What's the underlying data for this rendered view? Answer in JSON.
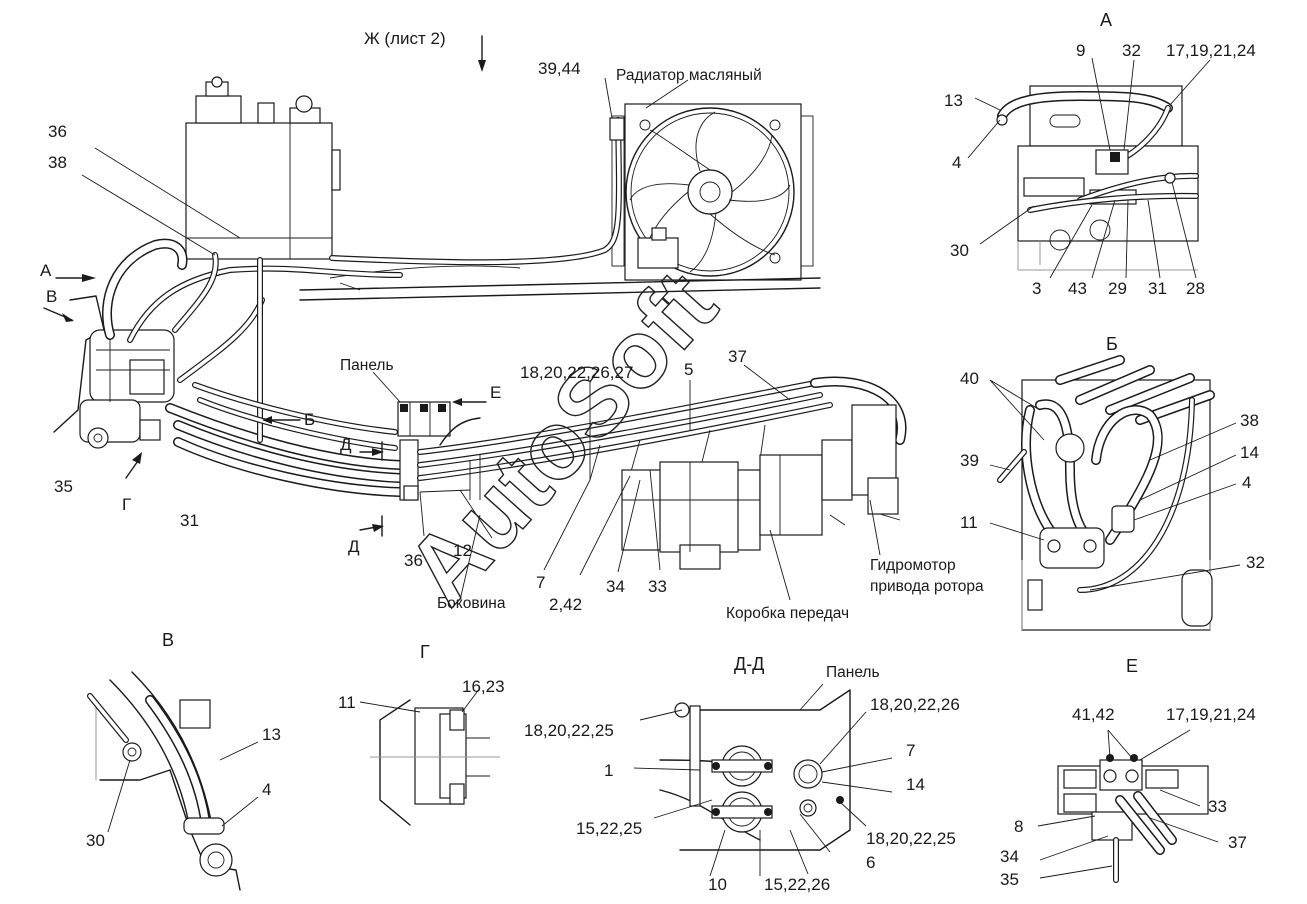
{
  "watermark": "AutoSoft",
  "colors": {
    "line": "#1a1a1a",
    "background": "#ffffff"
  },
  "labels": {
    "zh_sheet": "Ж (лист 2)",
    "radiator_pos": "39,44",
    "radiator": "Радиатор масляный",
    "l36a": "36",
    "l38a": "38",
    "arrowA": "А",
    "arrowV": "В",
    "l35": "35",
    "arrowG": "Г",
    "l31": "31",
    "arrowB": "Б",
    "arrowD1": "Д",
    "arrowD2": "Д",
    "panel": "Панель",
    "arrowE": "Е",
    "l18_27": "18,20,22,26,27",
    "l5": "5",
    "l37": "37",
    "l36b": "36",
    "l12": "12",
    "bokovina": "Боковина",
    "l7": "7",
    "l2_42": "2,42",
    "l34": "34",
    "l33": "33",
    "gearbox": "Коробка передач",
    "hydromotor1": "Гидромотор",
    "hydromotor2": "привода ротора"
  },
  "viewA": {
    "title": "А",
    "l9": "9",
    "l32": "32",
    "l17": "17,19,21,24",
    "l13": "13",
    "l4": "4",
    "l30": "30",
    "l3": "3",
    "l43": "43",
    "l29": "29",
    "l31": "31",
    "l28": "28"
  },
  "viewB": {
    "title": "Б",
    "l40": "40",
    "l38": "38",
    "l14": "14",
    "l39": "39",
    "l4": "4",
    "l11": "11",
    "l32": "32"
  },
  "viewV": {
    "title": "В",
    "l13": "13",
    "l4": "4",
    "l30": "30"
  },
  "viewG": {
    "title": "Г",
    "l11": "11",
    "l16": "16,23"
  },
  "viewDD": {
    "title": "Д-Д",
    "panel": "Панель",
    "l18a": "18,20,22,25",
    "l18b": "18,20,22,26",
    "l1": "1",
    "l7": "7",
    "l14": "14",
    "l15a": "15,22,25",
    "l18c": "18,20,22,25",
    "l6": "6",
    "l10": "10",
    "l15b": "15,22,26"
  },
  "viewE": {
    "title": "Е",
    "l41": "41,42",
    "l17": "17,19,21,24",
    "l33": "33",
    "l8": "8",
    "l37": "37",
    "l34": "34",
    "l35": "35"
  }
}
